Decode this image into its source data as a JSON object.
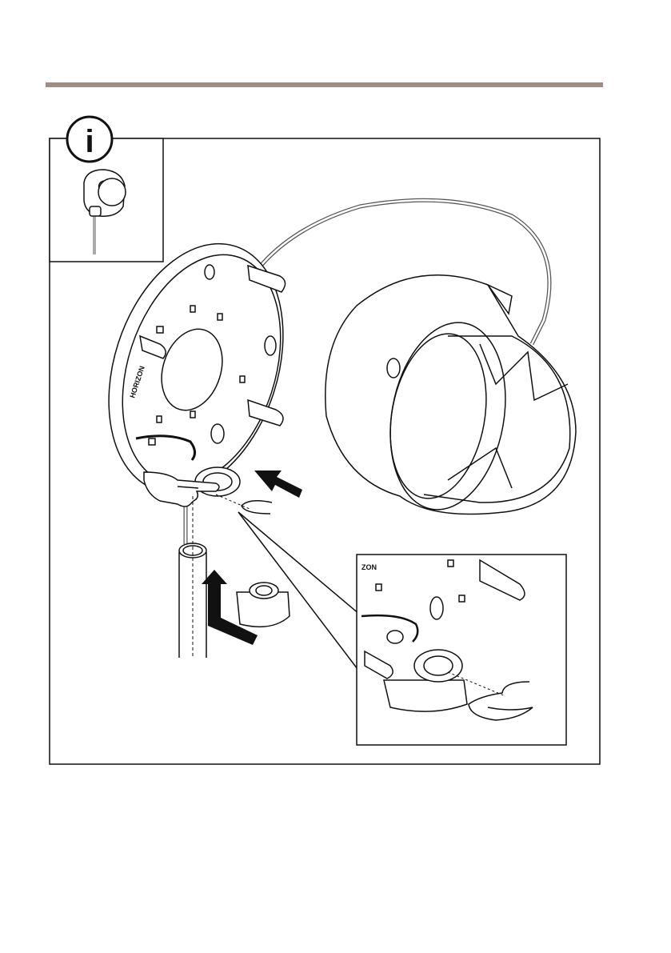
{
  "page": {
    "rule_color": "#a08c84"
  },
  "figure": {
    "info_glyph": "i",
    "mount_label": "HORIZON",
    "zoom_label": "ZON",
    "icons": [
      "info-icon",
      "camera-dome-icon",
      "pointing-hand-icon",
      "push-arrow-icon",
      "up-arrow-icon"
    ]
  }
}
